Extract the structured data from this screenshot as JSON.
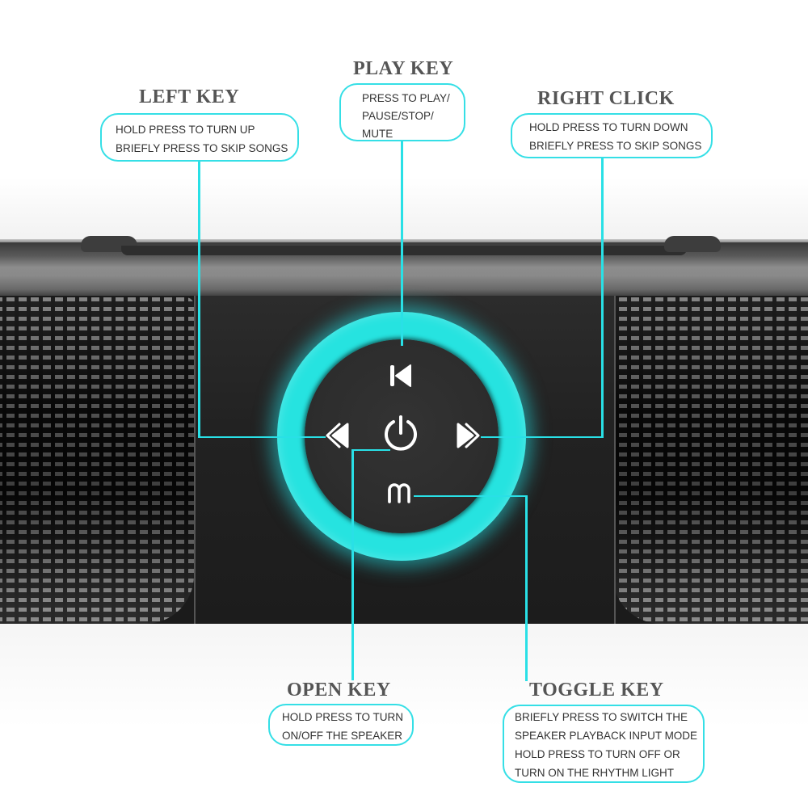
{
  "colors": {
    "accent_cyan": "#29e0e6",
    "title_gray": "#555555",
    "body_text": "#333333",
    "panel_black": "#1c1c1c"
  },
  "callouts": {
    "left_key": {
      "title": "LEFT KEY",
      "lines": [
        "HOLD PRESS TO TURN UP",
        "BRIEFLY PRESS TO SKIP SONGS"
      ]
    },
    "play_key": {
      "title": "PLAY KEY",
      "lines": [
        "PRESS TO PLAY/",
        "PAUSE/STOP/",
        "MUTE"
      ]
    },
    "right_click": {
      "title": "RIGHT CLICK",
      "lines": [
        "HOLD PRESS TO TURN DOWN",
        "BRIEFLY PRESS TO SKIP SONGS"
      ]
    },
    "open_key": {
      "title": "OPEN KEY",
      "lines": [
        "HOLD PRESS TO TURN",
        "ON/OFF THE SPEAKER"
      ]
    },
    "toggle_key": {
      "title": "TOGGLE KEY",
      "lines": [
        "BRIEFLY PRESS TO SWITCH THE",
        "SPEAKER PLAYBACK INPUT MODE",
        "HOLD PRESS TO TURN OFF OR",
        "TURN ON THE RHYTHM LIGHT"
      ]
    }
  },
  "buttons": {
    "play": {
      "icon": "skip-previous-icon"
    },
    "left": {
      "icon": "chevron-left-icon"
    },
    "power": {
      "icon": "power-icon"
    },
    "right": {
      "icon": "chevron-right-icon"
    },
    "mode": {
      "icon": "mode-m-icon",
      "glyph": "m"
    }
  }
}
